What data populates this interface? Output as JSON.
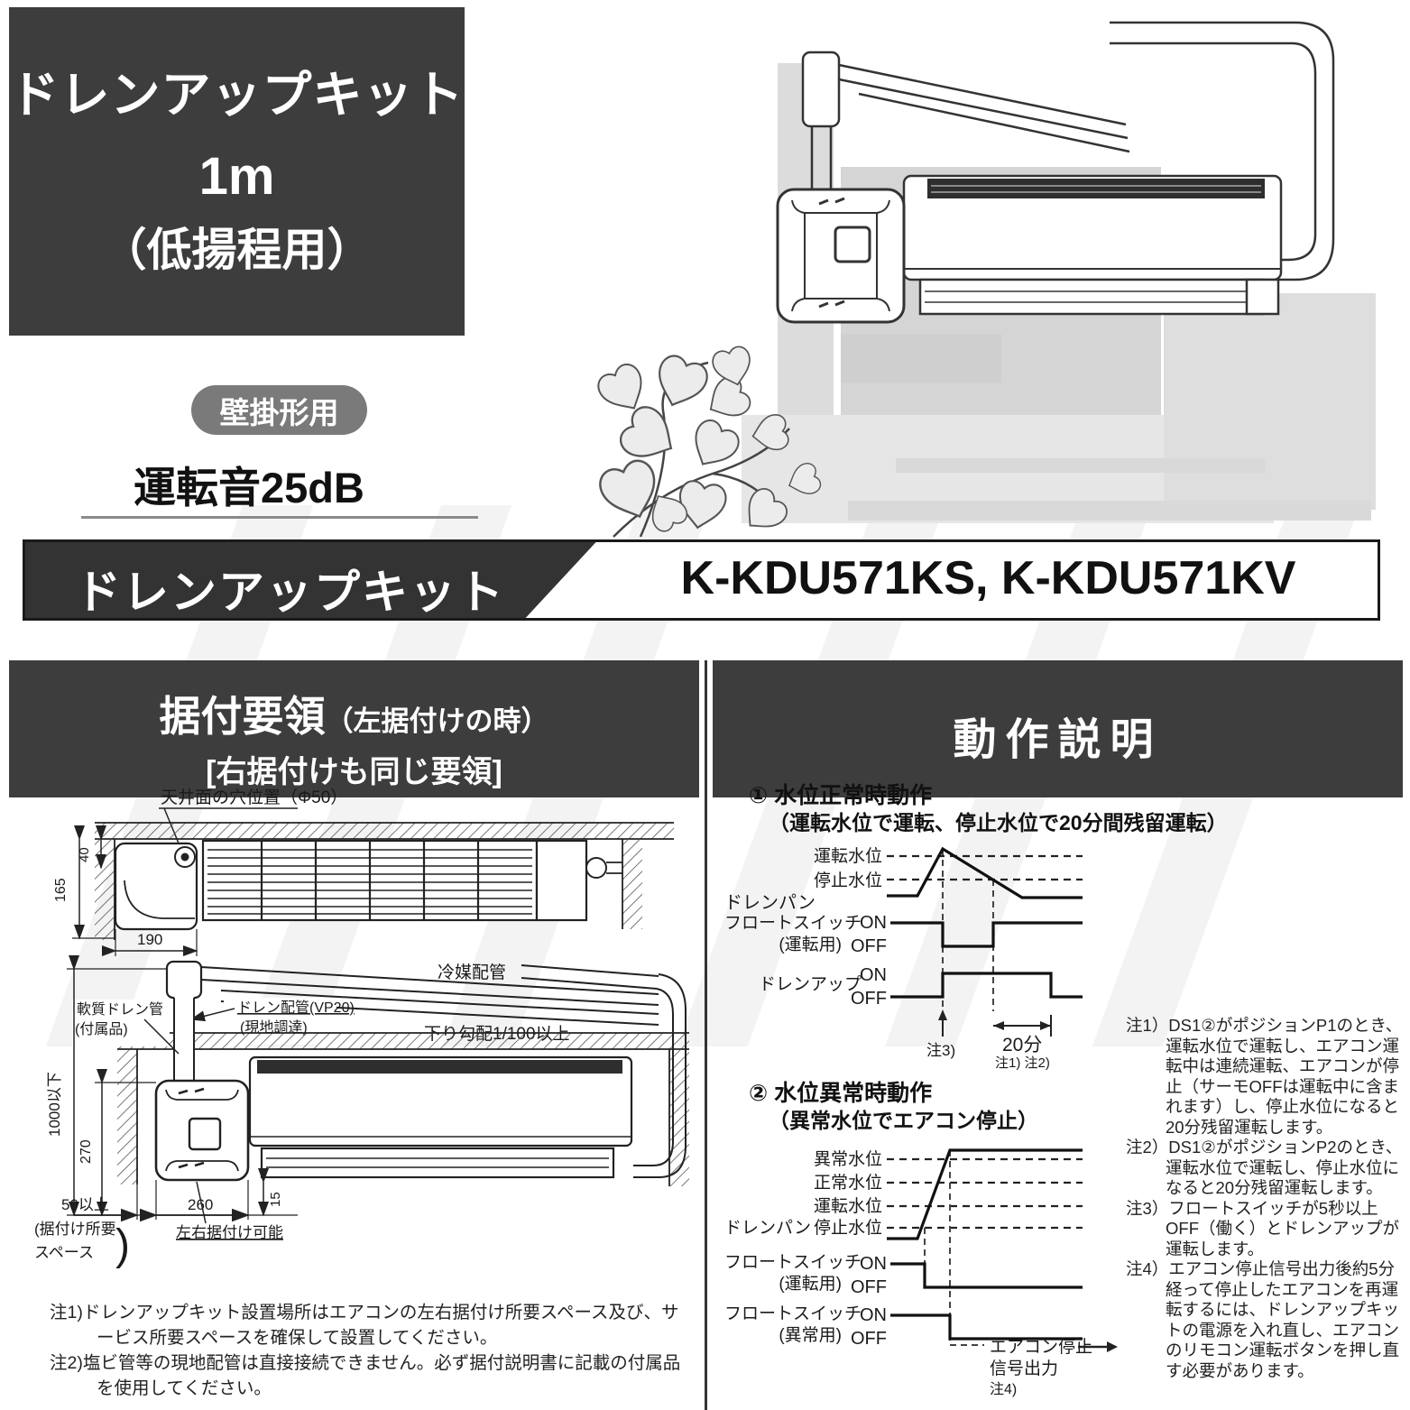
{
  "header": {
    "title_line1": "ドレンアップキット",
    "title_line2": "1m",
    "title_line3": "（低揚程用）",
    "badge": "壁掛形用",
    "noise": "運転音25dB",
    "bar_name": "ドレンアップキット",
    "bar_models": "K-KDU571KS, K-KDU571KV"
  },
  "colors": {
    "dark_panel": "#3d3d3d",
    "badge_gray": "#7a7a7a",
    "shadow_gray": "#d9d9d9"
  },
  "install": {
    "heading_main": "据付要領",
    "heading_paren": "（左据付けの時）",
    "heading_line2": "[右据付けも同じ要領]",
    "top_view": {
      "hole_label": "天井面の穴位置（Φ50）",
      "dim_40": "40",
      "dim_165": "165",
      "dim_190": "190"
    },
    "front_view": {
      "refrigerant": "冷媒配管",
      "slope": "下り勾配1/100以上",
      "drain_pipe1": "ドレン配管(VP20)",
      "drain_pipe2": "(現地調達)",
      "soft1": "軟質ドレン管",
      "soft2": "(付属品)",
      "dim_1000": "1000以下",
      "dim_270": "270",
      "dim_50": "50以上",
      "dim_260": "260",
      "dim_15": "15",
      "lr_note": "左右据付け可能",
      "space1": "(据付け所要",
      "space2": "スペース",
      "space_paren": ")"
    },
    "note1_no": "注1)",
    "note1": "ドレンアップキット設置場所はエアコンの左右据付け所要スペース及び、サービス所要スペースを確保して設置してください。",
    "note2_no": "注2)",
    "note2": "塩ビ管等の現地配管は直接接続できません。必ず据付説明書に記載の付属品を使用してください。"
  },
  "operation": {
    "heading": "動作説明",
    "chart1": {
      "title": "① 水位正常時動作",
      "subtitle": "（運転水位で運転、停止水位で20分間残留運転）",
      "pan": "ドレンパン",
      "lv_run": "運転水位",
      "lv_stop": "停止水位",
      "float1": "フロートスイッチ",
      "float2": "(運転用)",
      "on": "ON",
      "off": "OFF",
      "drainup": "ドレンアップ",
      "note3_ref": "注3)",
      "duration": "20分",
      "note12_ref": "注1) 注2)"
    },
    "chart2": {
      "title": "② 水位異常時動作",
      "subtitle": "（異常水位でエアコン停止）",
      "pan": "ドレンパン",
      "lv_abn": "異常水位",
      "lv_norm": "正常水位",
      "lv_run": "運転水位",
      "lv_stop": "停止水位",
      "float_run1": "フロートスイッチ",
      "float_run2": "(運転用)",
      "float_abn1": "フロートスイッチ",
      "float_abn2": "(異常用)",
      "on": "ON",
      "off": "OFF",
      "sig1": "エアコン停止",
      "sig2": "信号出力",
      "sig3": "注4)"
    },
    "note1_no": "注1）",
    "note1": "DS1②がポジションP1のとき、運転水位で運転し、エアコン運転中は連続運転、エアコンが停止（サーモOFFは運転中に含まれます）し、停止水位になると20分残留運転します。",
    "note2_no": "注2）",
    "note2": "DS1②がポジションP2のとき、運転水位で運転し、停止水位になると20分残留運転します。",
    "note3_no": "注3）",
    "note3": "フロートスイッチが5秒以上OFF（働く）とドレンアップが運転します。",
    "note4_no": "注4）",
    "note4": "エアコン停止信号出力後約5分経って停止したエアコンを再運転するには、ドレンアップキットの電源を入れ直し、エアコンのリモコン運転ボタンを押し直す必要があります。"
  }
}
